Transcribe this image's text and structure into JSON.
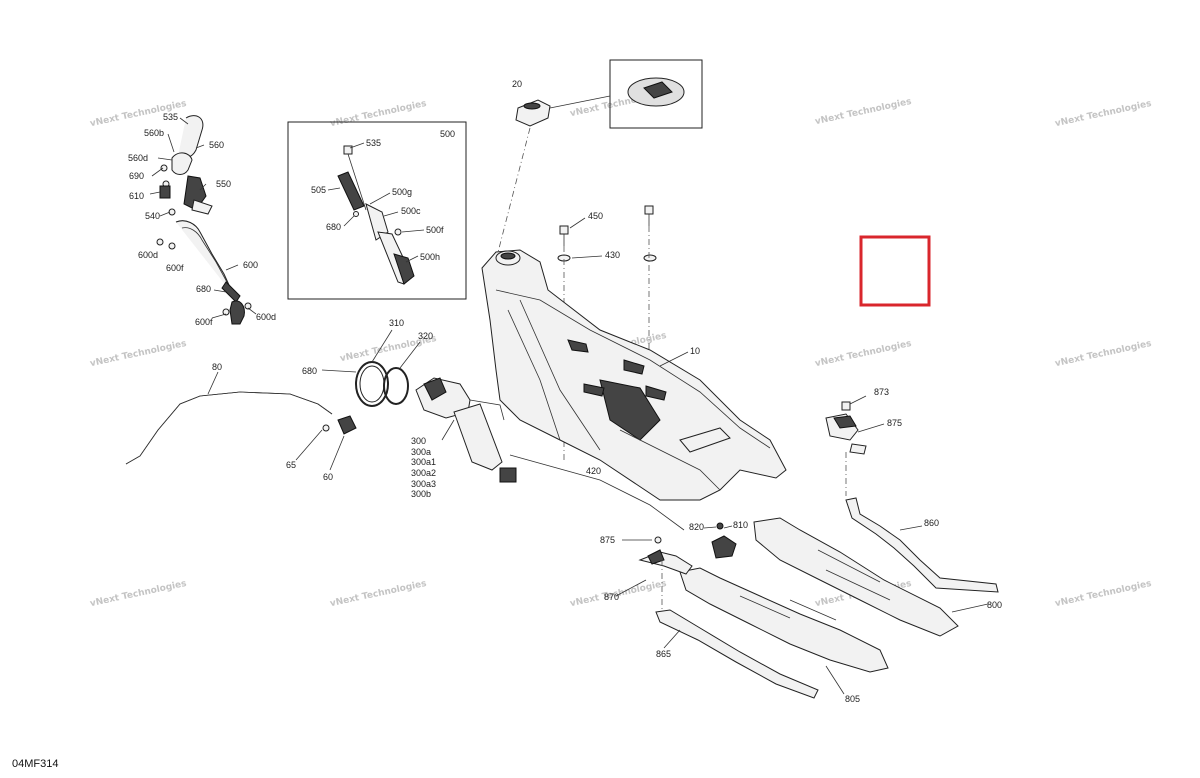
{
  "diagram_ref": "04MF314",
  "watermark": {
    "line1": "vNext",
    "line2": "Technologies",
    "full": "vNext Technologies"
  },
  "highlight_color": "#d9262c",
  "callouts": [
    "535",
    "560b",
    "560d",
    "560",
    "690",
    "550",
    "610",
    "540",
    "600d",
    "600f",
    "600",
    "680",
    "600f",
    "600d",
    "500",
    "535",
    "505",
    "500g",
    "680",
    "500c",
    "500f",
    "500h",
    "20",
    "450",
    "430",
    "10",
    "310",
    "320",
    "680",
    "80",
    "65",
    "60",
    "300",
    "300a",
    "300a1",
    "300a2",
    "300a3",
    "300b",
    "420",
    "873",
    "875",
    "860",
    "820",
    "810",
    "875",
    "870",
    "800",
    "865",
    "805"
  ]
}
